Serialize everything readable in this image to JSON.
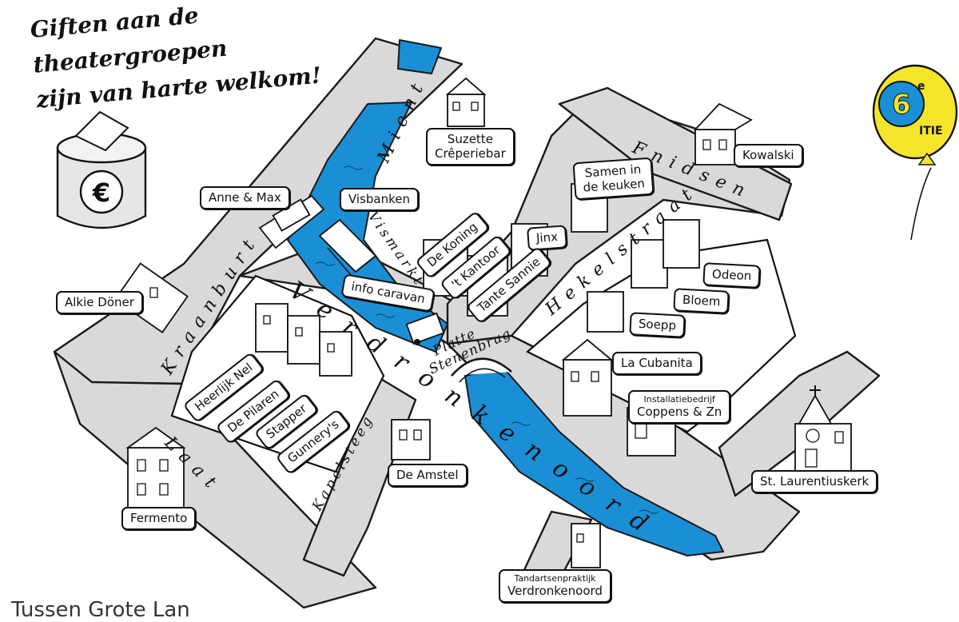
{
  "headline": {
    "line1": "Giften aan de theatergroepen",
    "line2": "zijn van harte welkom!"
  },
  "donation_symbol": "€",
  "balloon": {
    "numeral": "6",
    "superscript": "e",
    "word": "ITIE"
  },
  "footer_text": "Tussen Grote Lan",
  "streets": {
    "mient": "Mient",
    "kraanburt": "Kraanburt",
    "vismarkt": "Vismarkt",
    "verdronkenoord": "Verdronkenoord",
    "fnidsen": "Fnidsen",
    "hekelstraat": "Hekelstraat",
    "laat": "Laat",
    "kapelsteeg": "Kapelsteeg",
    "platte_stenenbrug_1": "Platte",
    "platte_stenenbrug_2": "Stenenbrug"
  },
  "places": {
    "suzette": {
      "line1": "Suzette",
      "line2": "Crêperiebar"
    },
    "kowalski": "Kowalski",
    "anne_max": "Anne & Max",
    "visbanken": "Visbanken",
    "samen": {
      "line1": "Samen in",
      "line2": "de keuken"
    },
    "jinx": "Jinx",
    "de_koning": "De Koning",
    "kantoor": "'t Kantoor",
    "tante_sannie": "Tante Sannie",
    "odeon": "Odeon",
    "bloem": "Bloem",
    "soepp": "Soepp",
    "alkie": "Alkie Döner",
    "info_caravan": "info caravan",
    "la_cubanita": "La Cubanita",
    "coppens": {
      "sub": "Installatiebedrijf",
      "line": "Coppens & Zn"
    },
    "heerlijk_nel": "Heerlijk Nel",
    "de_pilaren": "De Pilaren",
    "stapper": "Stapper",
    "gunnerys": "Gunnery's",
    "st_laurentius": "St. Laurentiuskerk",
    "de_amstel": "De Amstel",
    "fermento": "Fermento",
    "tandarts": {
      "sub": "Tandartsenpraktijk",
      "line": "Verdronkenoord"
    }
  },
  "colors": {
    "canal": "#1a8fd6",
    "street": "#d9d9d9",
    "balloon": "#f5e52a",
    "balloon_badge": "#1a8fd6"
  }
}
